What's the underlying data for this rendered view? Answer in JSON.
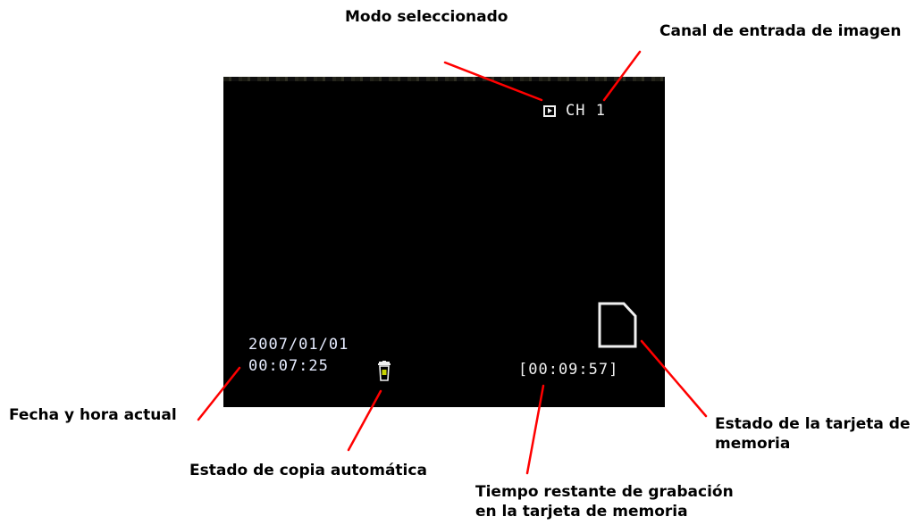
{
  "labels": {
    "mode": "Modo seleccionado",
    "channel": "Canal de entrada de imagen",
    "datetime": "Fecha y hora actual",
    "autocopy": "Estado de copia automática",
    "card_state_line1": "Estado de la tarjeta de",
    "card_state_line2": "memoria",
    "remaining_line1": "Tiempo restante de grabación",
    "remaining_line2": "en la tarjeta de memoria"
  },
  "screen": {
    "channel_text": "CH 1",
    "date": "2007/01/01",
    "time": "00:07:25",
    "remaining_time": "[00:09:57]",
    "mode_icon": "play-icon",
    "autocopy_icon": "trash-icon",
    "card_icon": "sd-card-icon"
  },
  "colors": {
    "leader_lines": "#ff0000",
    "screen_bg": "#000000",
    "osd_text": "#f0f0f0",
    "autocopy_accent": "#c8d400"
  }
}
